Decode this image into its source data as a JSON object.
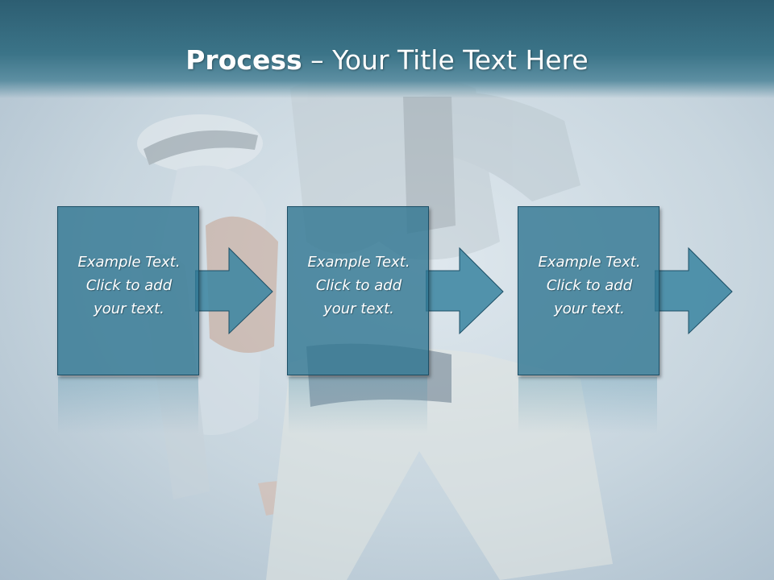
{
  "slide": {
    "title_bold": "Process",
    "title_dash": " – ",
    "title_rest": "Your Title Text Here"
  },
  "steps": [
    {
      "text": "Example Text.\nClick  to add\nyour text."
    },
    {
      "text": "Example Text.\nClick  to add\nyour text."
    },
    {
      "text": "Example Text.\nClick  to add\nyour text."
    }
  ],
  "colors": {
    "title_bar": "#3b7488",
    "box_fill": "#2f7691",
    "arrow_fill": "#3d86a2",
    "text": "#ffffff"
  }
}
